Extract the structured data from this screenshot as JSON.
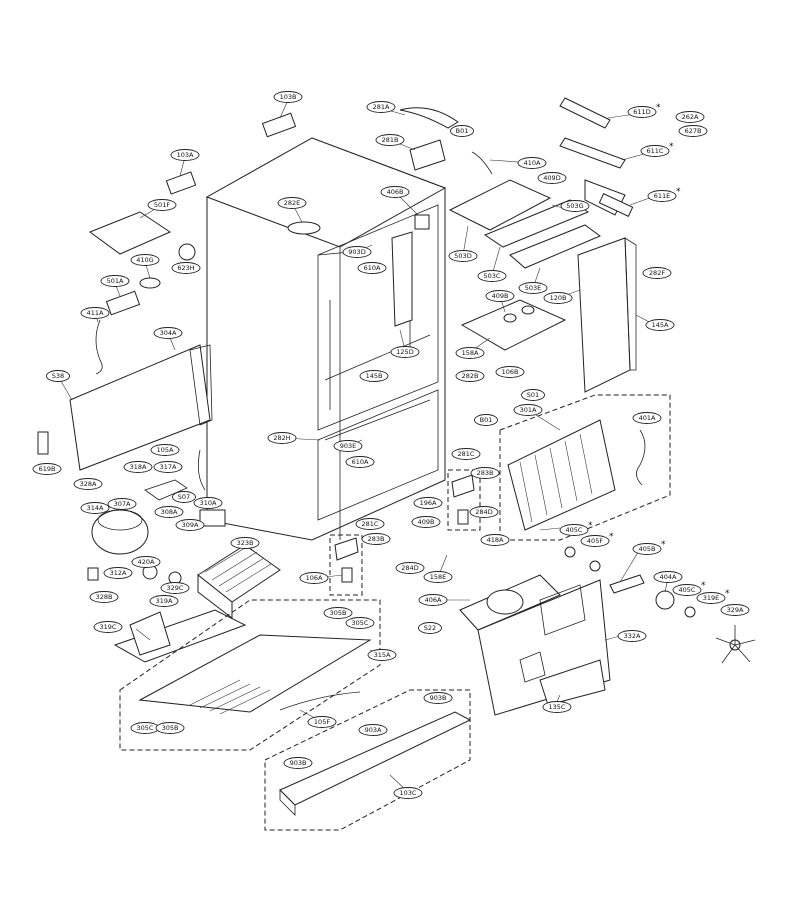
{
  "labels": [
    {
      "id": "103B",
      "text": "103B"
    },
    {
      "id": "103A",
      "text": "103A"
    },
    {
      "id": "501F",
      "text": "501F"
    },
    {
      "id": "410G",
      "text": "410G"
    },
    {
      "id": "623H",
      "text": "623H"
    },
    {
      "id": "501A",
      "text": "501A"
    },
    {
      "id": "411A",
      "text": "411A"
    },
    {
      "id": "304A",
      "text": "304A"
    },
    {
      "id": "S38",
      "text": "S38"
    },
    {
      "id": "619B",
      "text": "619B"
    },
    {
      "id": "328A",
      "text": "328A"
    },
    {
      "id": "105A",
      "text": "105A"
    },
    {
      "id": "318A",
      "text": "318A"
    },
    {
      "id": "317A",
      "text": "317A"
    },
    {
      "id": "307A",
      "text": "307A"
    },
    {
      "id": "314A",
      "text": "314A"
    },
    {
      "id": "S07",
      "text": "S07"
    },
    {
      "id": "310A",
      "text": "310A"
    },
    {
      "id": "308A",
      "text": "308A"
    },
    {
      "id": "309A",
      "text": "309A"
    },
    {
      "id": "312A",
      "text": "312A"
    },
    {
      "id": "420A",
      "text": "420A"
    },
    {
      "id": "329C",
      "text": "329C"
    },
    {
      "id": "323B",
      "text": "323B"
    },
    {
      "id": "328B",
      "text": "328B"
    },
    {
      "id": "319A",
      "text": "319A"
    },
    {
      "id": "319C",
      "text": "319C"
    },
    {
      "id": "282E",
      "text": "282E"
    },
    {
      "id": "281A",
      "text": "281A"
    },
    {
      "id": "B01a",
      "text": "B01"
    },
    {
      "id": "281B",
      "text": "281B"
    },
    {
      "id": "406B",
      "text": "406B"
    },
    {
      "id": "903D",
      "text": "903D"
    },
    {
      "id": "610A",
      "text": "610A"
    },
    {
      "id": "125D",
      "text": "125D"
    },
    {
      "id": "145B",
      "text": "145B"
    },
    {
      "id": "282H",
      "text": "282H"
    },
    {
      "id": "903E",
      "text": "903E"
    },
    {
      "id": "610Ab",
      "text": "610A"
    },
    {
      "id": "410A",
      "text": "410A"
    },
    {
      "id": "409D",
      "text": "409D"
    },
    {
      "id": "503G",
      "text": "503G"
    },
    {
      "id": "503D",
      "text": "503D"
    },
    {
      "id": "503C",
      "text": "503C"
    },
    {
      "id": "503E",
      "text": "503E"
    },
    {
      "id": "611D",
      "text": "611D"
    },
    {
      "id": "262A",
      "text": "262A"
    },
    {
      "id": "627B",
      "text": "627B"
    },
    {
      "id": "611C",
      "text": "611C"
    },
    {
      "id": "611E",
      "text": "611E"
    },
    {
      "id": "282F",
      "text": "282F"
    },
    {
      "id": "120B",
      "text": "120B"
    },
    {
      "id": "145A",
      "text": "145A"
    },
    {
      "id": "409B",
      "text": "409B"
    },
    {
      "id": "158A",
      "text": "158A"
    },
    {
      "id": "282B",
      "text": "282B"
    },
    {
      "id": "106B",
      "text": "106B"
    },
    {
      "id": "S01",
      "text": "S01"
    },
    {
      "id": "B01b",
      "text": "B01"
    },
    {
      "id": "301A",
      "text": "301A"
    },
    {
      "id": "401A",
      "text": "401A"
    },
    {
      "id": "281C",
      "text": "281C"
    },
    {
      "id": "283B",
      "text": "283B"
    },
    {
      "id": "196A",
      "text": "196A"
    },
    {
      "id": "409B2",
      "text": "409B"
    },
    {
      "id": "284D",
      "text": "284D"
    },
    {
      "id": "418A",
      "text": "418A"
    },
    {
      "id": "281Cb",
      "text": "281C"
    },
    {
      "id": "283Bb",
      "text": "283B"
    },
    {
      "id": "284Db",
      "text": "284D"
    },
    {
      "id": "106A",
      "text": "106A"
    },
    {
      "id": "158E",
      "text": "158E"
    },
    {
      "id": "405C",
      "text": "405C"
    },
    {
      "id": "405F",
      "text": "405F"
    },
    {
      "id": "405B",
      "text": "405B"
    },
    {
      "id": "404A",
      "text": "404A"
    },
    {
      "id": "405Cb",
      "text": "405C"
    },
    {
      "id": "319E",
      "text": "319E"
    },
    {
      "id": "329A",
      "text": "329A"
    },
    {
      "id": "406A",
      "text": "406A"
    },
    {
      "id": "S22",
      "text": "S22"
    },
    {
      "id": "332A",
      "text": "332A"
    },
    {
      "id": "135C",
      "text": "135C"
    },
    {
      "id": "305B",
      "text": "305B"
    },
    {
      "id": "305C",
      "text": "305C"
    },
    {
      "id": "315A",
      "text": "315A"
    },
    {
      "id": "305Cb",
      "text": "305C"
    },
    {
      "id": "305Bb",
      "text": "305B"
    },
    {
      "id": "105F",
      "text": "105F"
    },
    {
      "id": "903B",
      "text": "903B"
    },
    {
      "id": "903A",
      "text": "903A"
    },
    {
      "id": "903Bb",
      "text": "903B"
    },
    {
      "id": "103C",
      "text": "103C"
    }
  ],
  "star_mark": "*"
}
